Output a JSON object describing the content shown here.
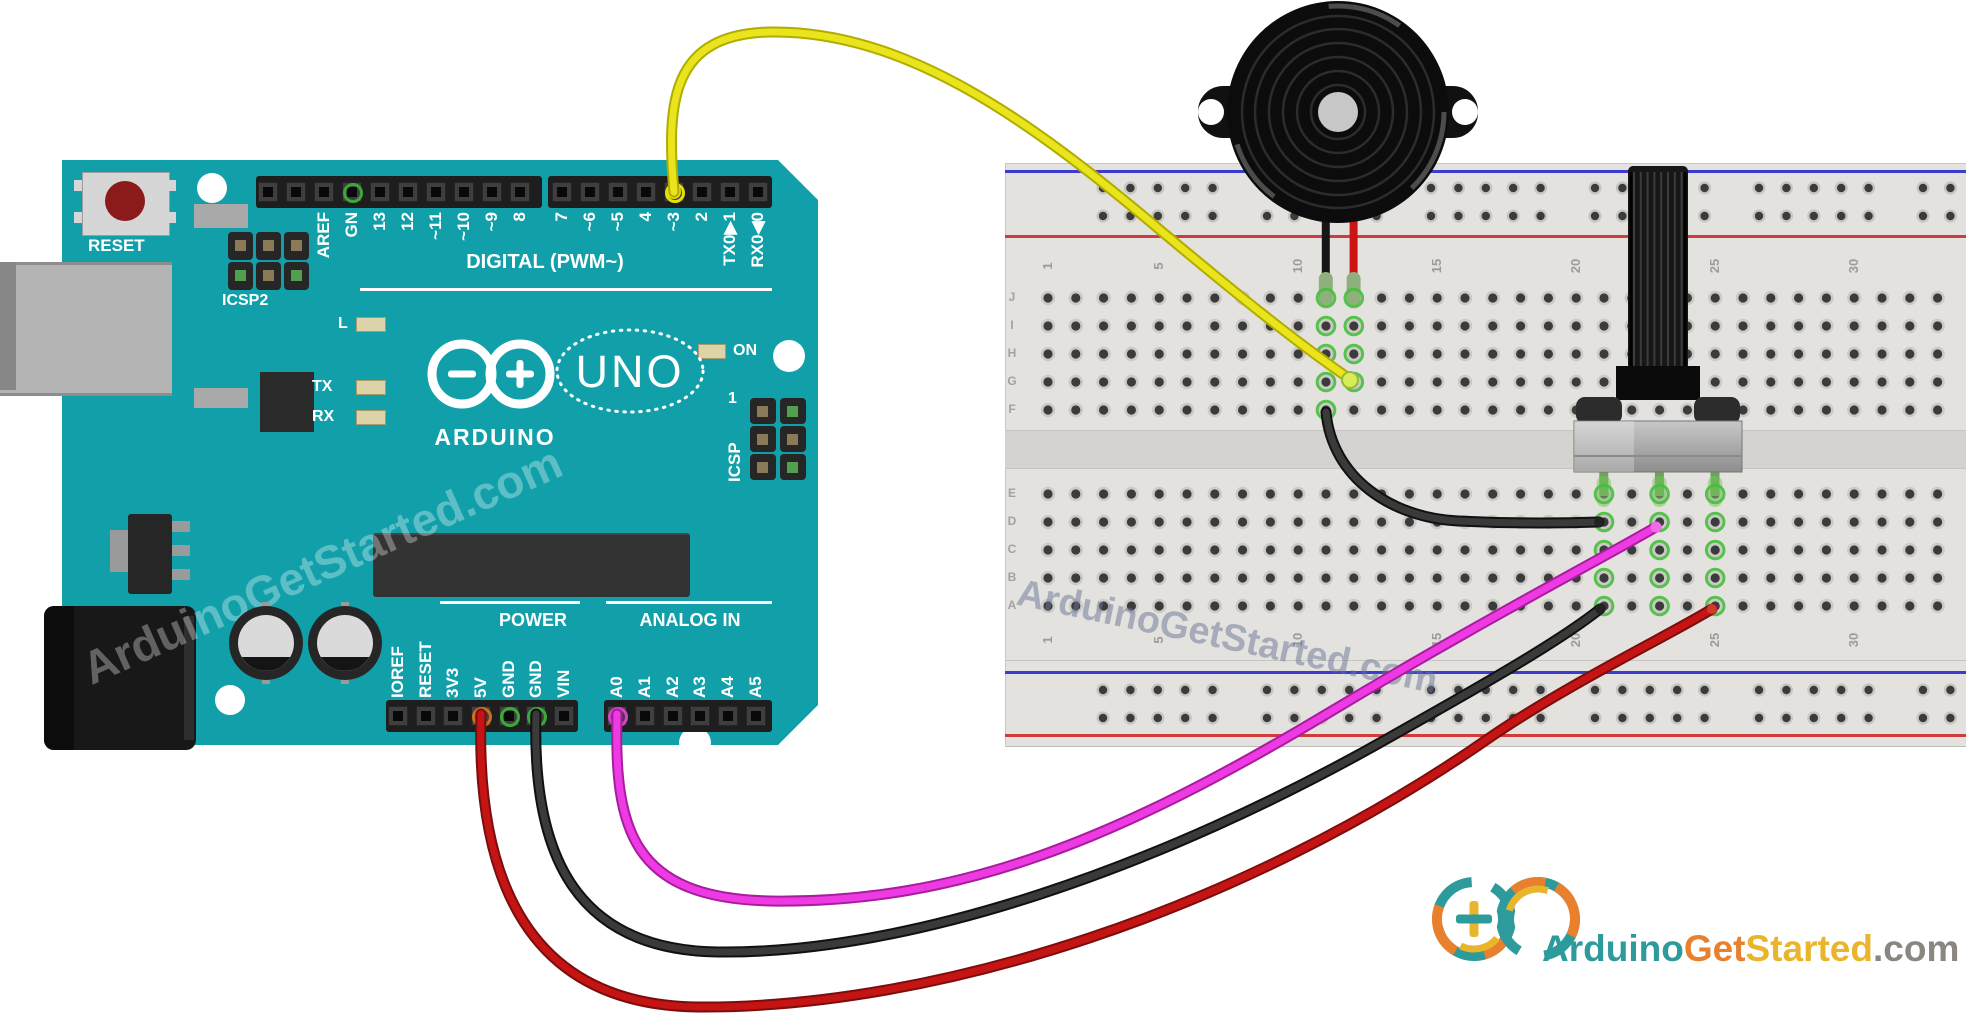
{
  "colors": {
    "board": "#11a0aa",
    "breadboard": "#e3e2df",
    "rail_blue": "#3b3bd0",
    "rail_red": "#d03b3b",
    "hole_highlight": "rgba(70,190,60,0.9)",
    "gnd_highlight": "#3aa83a",
    "v5_highlight": "#cf6f1e",
    "a0_highlight": "#d443c8",
    "pin3_highlight": "#e8e000"
  },
  "arduino": {
    "reset_button_label": "RESET",
    "icsp2_label": "ICSP2",
    "icsp_label": "ICSP",
    "icsp_pin1_label": "1",
    "led_l": "L",
    "led_tx": "TX",
    "led_rx": "RX",
    "led_on": "ON",
    "brand": "ARDUINO",
    "model": "UNO",
    "digital_section_label": "DIGITAL (PWM~)",
    "power_section_label": "POWER",
    "analog_section_label": "ANALOG IN",
    "digital_pins_left": [
      "",
      "",
      "AREF",
      "GN",
      "13",
      "12",
      "~11",
      "~10",
      "~9",
      "8"
    ],
    "digital_pins_right": [
      "7",
      "~6",
      "~5",
      "4",
      "~3",
      "2",
      "TX0▶1",
      "RX0◀0"
    ],
    "power_pins": [
      "IOREF",
      "RESET",
      "3V3",
      "5V",
      "GND",
      "GND",
      "VIN"
    ],
    "analog_pins": [
      "A0",
      "A1",
      "A2",
      "A3",
      "A4",
      "A5"
    ],
    "watermark": "ArduinoGetStarted.com"
  },
  "breadboard": {
    "column_numbers": [
      "1",
      "5",
      "10",
      "15",
      "20",
      "25",
      "30"
    ],
    "column_values": [
      1,
      5,
      10,
      15,
      20,
      25,
      30
    ],
    "row_letters_top": [
      "J",
      "I",
      "H",
      "G",
      "F"
    ],
    "row_letters_bottom": [
      "E",
      "D",
      "C",
      "B",
      "A"
    ],
    "watermark": "ArduinoGetStarted.com"
  },
  "components": {
    "buzzer": {
      "name": "piezo-buzzer",
      "body_color": "#0c0c0c",
      "leg_colors": [
        "#161616",
        "#cc1414"
      ]
    },
    "potentiometer": {
      "name": "rotary-potentiometer",
      "leg_color": "#69a657"
    }
  },
  "wiring": [
    {
      "id": "signal-wire",
      "color": "#e9e41c",
      "outline": "#b0ac00",
      "from": "arduino-digital-pin-3",
      "to": "breadboard-buzzer-positive-column"
    },
    {
      "id": "wiper-wire",
      "color": "#ee3ae2",
      "outline": "#a81d9e",
      "from": "arduino-analog-a0",
      "to": "breadboard-potentiometer-wiper-column"
    },
    {
      "id": "ground-wire",
      "color": "#3a3a3a",
      "outline": "#111111",
      "from": "arduino-gnd",
      "to": "breadboard-potentiometer-left-column"
    },
    {
      "id": "power-wire",
      "color": "#c41414",
      "outline": "#7c0d0d",
      "from": "arduino-5v",
      "to": "breadboard-potentiometer-right-column"
    },
    {
      "id": "buzzer-ground-jumper",
      "color": "#3a3a3a",
      "outline": "#111111",
      "from": "breadboard-buzzer-negative-column",
      "to": "breadboard-potentiometer-left-column"
    }
  ],
  "logo": {
    "part_arduino": "Arduino",
    "part_get": "Get",
    "part_started": "Started",
    "part_com": ".com",
    "colors": {
      "arduino": "#2d9b9b",
      "get": "#e8802e",
      "started": "#e9b52c",
      "com": "#8a8680"
    }
  }
}
